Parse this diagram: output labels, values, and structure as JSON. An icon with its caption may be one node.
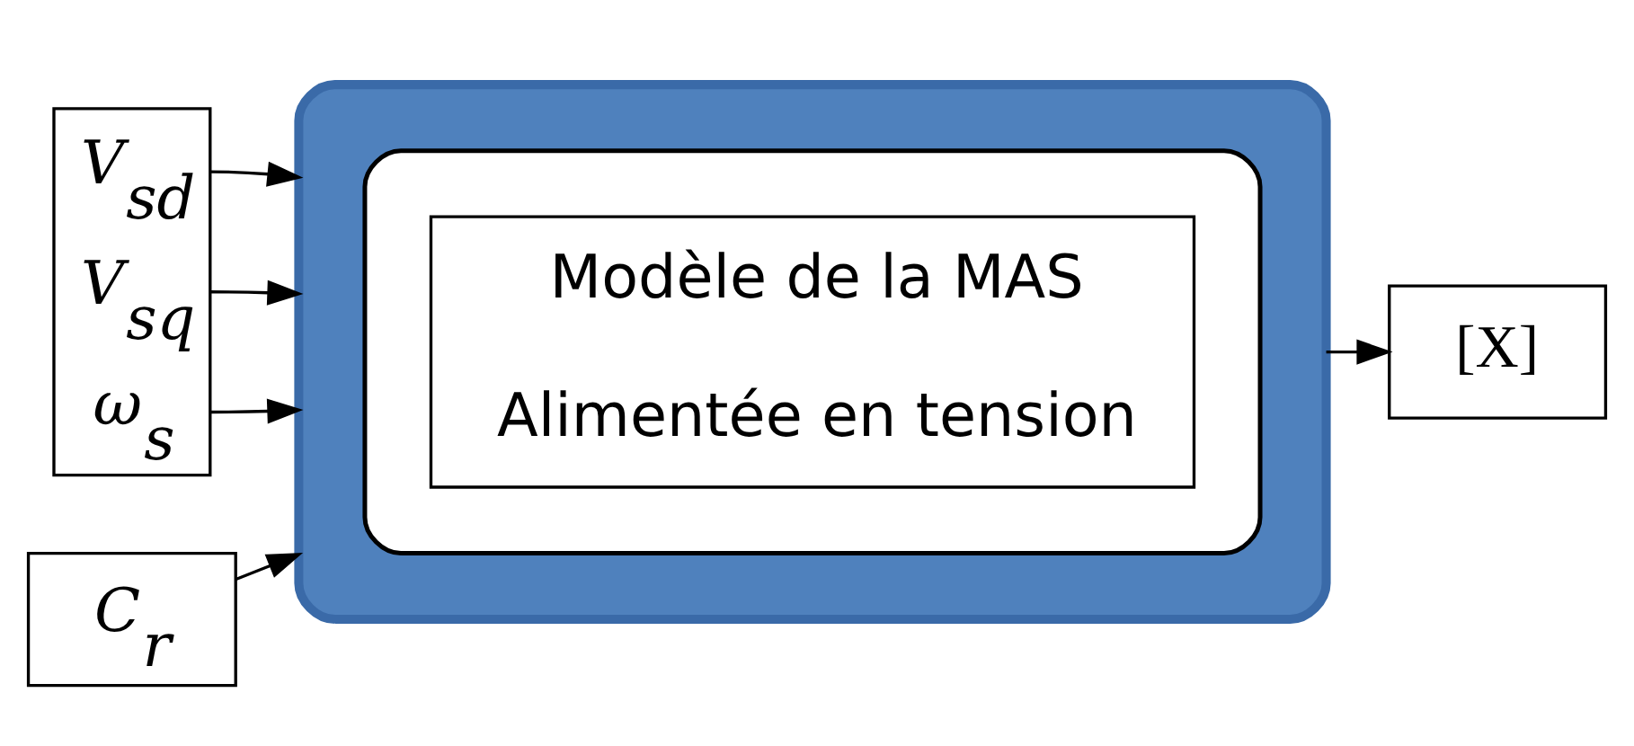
{
  "diagram": {
    "nodes": [
      {
        "text": [
          "V$_{sd}$",
          "V$_{sq}$",
          "ω$_{s}$"
        ]
      },
      {
        "text": [],
        "shape": "box"
      },
      {
        "text": [],
        "shape": "box",
        "in": 1
      },
      {
        "text": [
          "Modèle de la MAS",
          "Alimentée en tension"
        ],
        "in": 2
      },
      {
        "text": [
          "C$_{r}$"
        ]
      },
      {
        "text": [
          "[X]"
        ]
      }
    ],
    "edges": [
      {
        "from": 0,
        "to": 1,
        "arrow": "to"
      },
      {
        "from": 0,
        "to": 1,
        "arrow": "to"
      },
      {
        "from": 0,
        "to": 1,
        "arrow": "to"
      },
      {
        "from": 4,
        "to": 1,
        "arrow": "to"
      },
      {
        "from": 1,
        "to": 5,
        "arrow": "to"
      }
    ]
  }
}
